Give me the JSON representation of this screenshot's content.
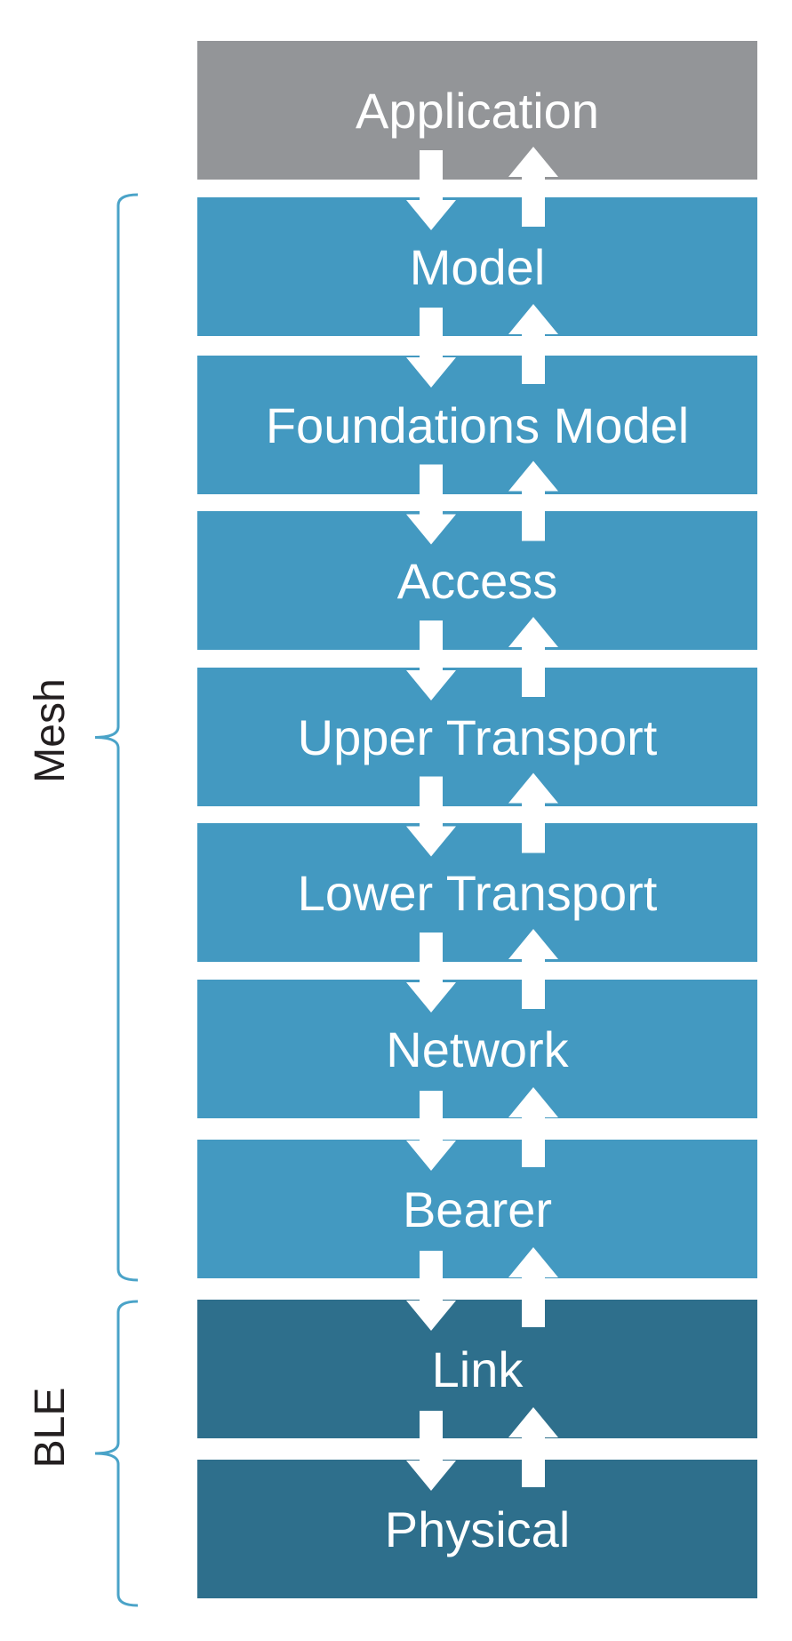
{
  "layers": [
    {
      "label": "Application",
      "group": "app"
    },
    {
      "label": "Model",
      "group": "mesh"
    },
    {
      "label": "Foundations Model",
      "group": "mesh"
    },
    {
      "label": "Access",
      "group": "mesh"
    },
    {
      "label": "Upper Transport",
      "group": "mesh"
    },
    {
      "label": "Lower Transport",
      "group": "mesh"
    },
    {
      "label": "Network",
      "group": "mesh"
    },
    {
      "label": "Bearer",
      "group": "mesh"
    },
    {
      "label": "Link",
      "group": "ble"
    },
    {
      "label": "Physical",
      "group": "ble"
    }
  ],
  "groups": {
    "mesh": {
      "label": "Mesh"
    },
    "ble": {
      "label": "BLE"
    }
  },
  "colors": {
    "app": "#939598",
    "mesh": "#4399c1",
    "ble": "#2e6f8c",
    "brace": "#4aa3c8",
    "arrow": "#ffffff",
    "group_text": "#231f20"
  },
  "arrow_icons": [
    "arrow-down-icon",
    "arrow-up-icon"
  ]
}
